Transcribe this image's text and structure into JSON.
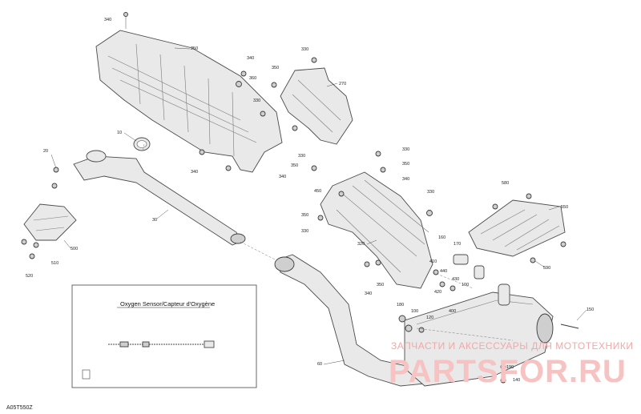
{
  "figure_code": "A05T550Z",
  "inset": {
    "title": "Oxygen Sensor/Capteur d'Oxygène"
  },
  "watermark": {
    "line": "ЗАПЧАСТИ И АКСЕССУАРЫ ДЛЯ МОТОТЕХНИКИ",
    "logo": "PARTSFOR.RU"
  },
  "callouts": [
    {
      "id": "c340a",
      "text": "340"
    },
    {
      "id": "c250",
      "text": "250"
    },
    {
      "id": "c340b",
      "text": "340"
    },
    {
      "id": "c350a",
      "text": "350"
    },
    {
      "id": "c330a",
      "text": "330"
    },
    {
      "id": "c360",
      "text": "360"
    },
    {
      "id": "c270",
      "text": "270"
    },
    {
      "id": "c330b",
      "text": "330"
    },
    {
      "id": "c10",
      "text": "10"
    },
    {
      "id": "c20",
      "text": "20"
    },
    {
      "id": "c340c",
      "text": "340"
    },
    {
      "id": "c330c",
      "text": "330"
    },
    {
      "id": "c350b",
      "text": "350"
    },
    {
      "id": "c330d",
      "text": "330"
    },
    {
      "id": "c350c",
      "text": "350"
    },
    {
      "id": "c340d",
      "text": "340"
    },
    {
      "id": "c340e",
      "text": "340"
    },
    {
      "id": "c450",
      "text": "450"
    },
    {
      "id": "c330e",
      "text": "330"
    },
    {
      "id": "c580",
      "text": "580"
    },
    {
      "id": "c550",
      "text": "550"
    },
    {
      "id": "c30",
      "text": "30"
    },
    {
      "id": "c350d",
      "text": "350"
    },
    {
      "id": "c330f",
      "text": "330"
    },
    {
      "id": "c500",
      "text": "500"
    },
    {
      "id": "c510",
      "text": "510"
    },
    {
      "id": "c520",
      "text": "520"
    },
    {
      "id": "c320",
      "text": "320"
    },
    {
      "id": "c160",
      "text": "160"
    },
    {
      "id": "c170",
      "text": "170"
    },
    {
      "id": "c590",
      "text": "590"
    },
    {
      "id": "c410",
      "text": "410"
    },
    {
      "id": "c440",
      "text": "440"
    },
    {
      "id": "c430",
      "text": "430"
    },
    {
      "id": "c350e",
      "text": "350"
    },
    {
      "id": "c340f",
      "text": "340"
    },
    {
      "id": "c100a",
      "text": "100"
    },
    {
      "id": "c420",
      "text": "420"
    },
    {
      "id": "c180",
      "text": "180"
    },
    {
      "id": "c400",
      "text": "400"
    },
    {
      "id": "c100b",
      "text": "100"
    },
    {
      "id": "c120",
      "text": "120"
    },
    {
      "id": "c150",
      "text": "150"
    },
    {
      "id": "c60",
      "text": "60"
    },
    {
      "id": "c190",
      "text": "190"
    },
    {
      "id": "c140",
      "text": "140"
    }
  ]
}
